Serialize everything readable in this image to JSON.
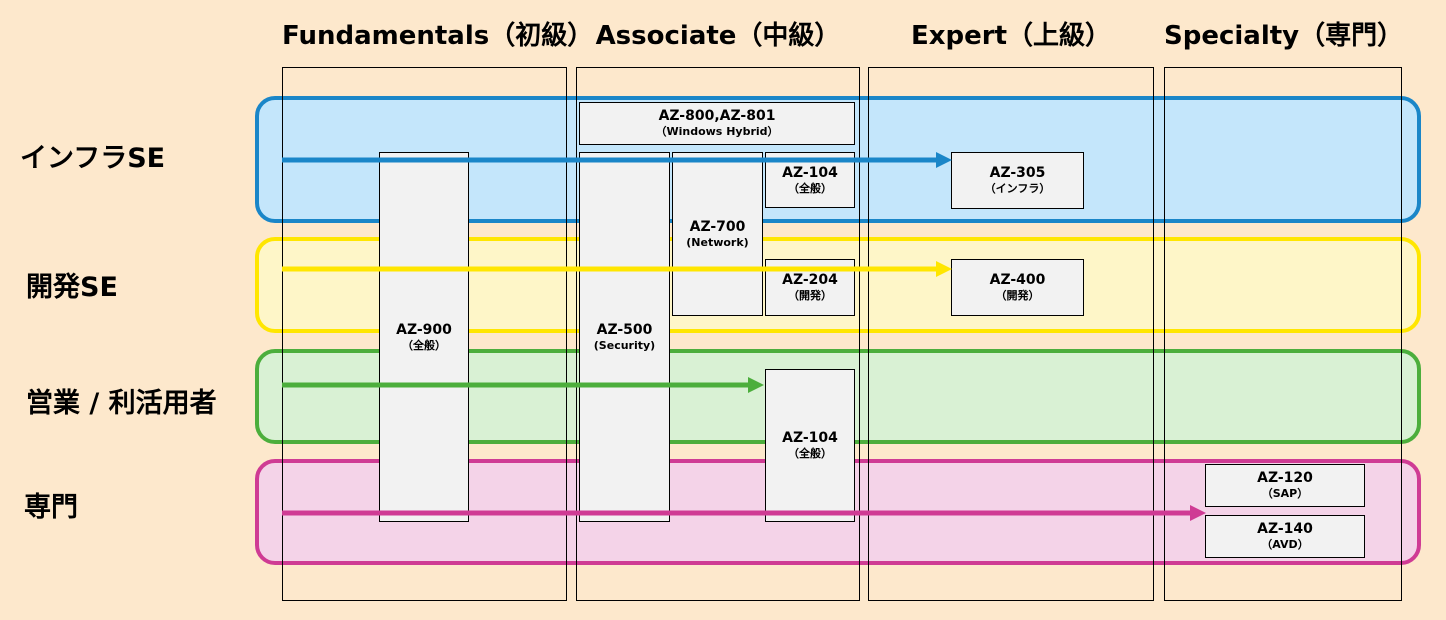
{
  "columns": [
    {
      "label": "Fundamentals（初級）"
    },
    {
      "label": "Associate（中級）"
    },
    {
      "label": "Expert（上級）"
    },
    {
      "label": "Specialty（専門）"
    }
  ],
  "roles": [
    {
      "label": "インフラSE",
      "color": "#1a86c8",
      "fill": "#c4e6fb"
    },
    {
      "label": "開発SE",
      "color": "#ffe600",
      "fill": "#fef6c8"
    },
    {
      "label": "営業 / 利活用者",
      "color": "#4cae3c",
      "fill": "#d9f1d4"
    },
    {
      "label": "専門",
      "color": "#cf3b94",
      "fill": "#f4d3e8"
    }
  ],
  "certs": {
    "az900": {
      "code": "AZ-900",
      "sub": "（全般）"
    },
    "az800": {
      "code": "AZ-800,AZ-801",
      "sub": "（Windows Hybrid）"
    },
    "az500": {
      "code": "AZ-500",
      "sub": "(Security)"
    },
    "az700": {
      "code": "AZ-700",
      "sub": "(Network)"
    },
    "az104a": {
      "code": "AZ-104",
      "sub": "（全般）"
    },
    "az204": {
      "code": "AZ-204",
      "sub": "（開発）"
    },
    "az104b": {
      "code": "AZ-104",
      "sub": "（全般）"
    },
    "az305": {
      "code": "AZ-305",
      "sub": "（インフラ）"
    },
    "az400": {
      "code": "AZ-400",
      "sub": "（開発）"
    },
    "az120": {
      "code": "AZ-120",
      "sub": "（SAP）"
    },
    "az140": {
      "code": "AZ-140",
      "sub": "（AVD）"
    }
  }
}
